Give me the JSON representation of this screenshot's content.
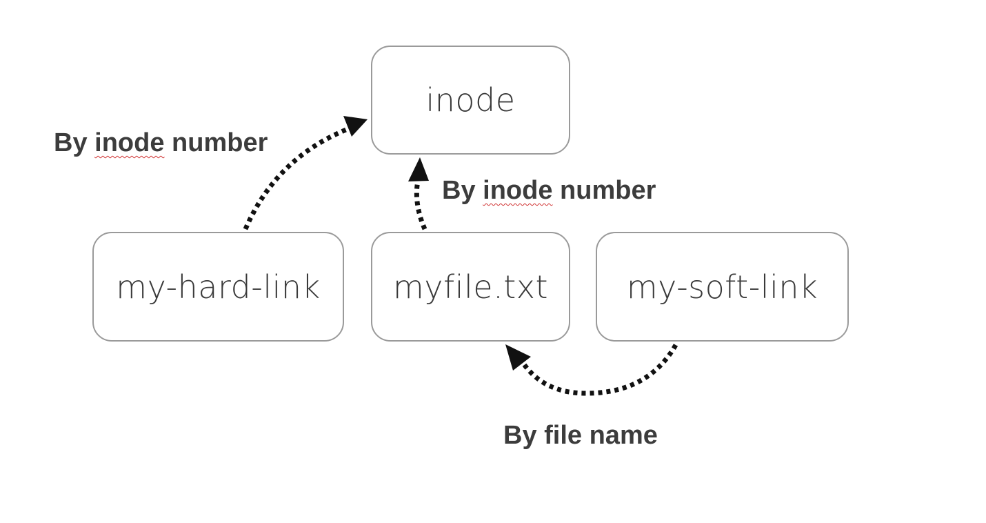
{
  "nodes": {
    "inode": "inode",
    "hard_link": "my-hard-link",
    "file": "myfile.txt",
    "soft_link": "my-soft-link"
  },
  "edges": {
    "hard_link_to_inode": {
      "prefix": "By ",
      "word": "inode",
      "suffix": " number"
    },
    "file_to_inode": {
      "prefix": "By ",
      "word": "inode",
      "suffix": " number"
    },
    "soft_link_to_file": {
      "text": "By file name"
    }
  },
  "colors": {
    "box_border": "#9a9a9a",
    "node_text": "#3a3a3a",
    "label_text": "#3c3c3c",
    "arrow": "#111111",
    "spell_underline": "#d03030"
  }
}
